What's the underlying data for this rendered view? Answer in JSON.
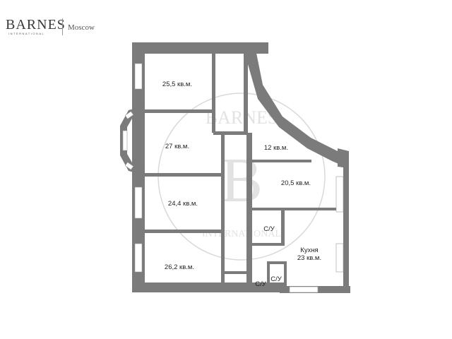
{
  "logo": {
    "brand": "BARNES",
    "brand_sub": "INTERNATIONAL",
    "city": "Moscow"
  },
  "watermark": {
    "top": "BARNES",
    "letter": "B",
    "bottom": "INTERNATIONAL"
  },
  "rooms": [
    {
      "id": "room-1",
      "label": "25,5 кв.м."
    },
    {
      "id": "room-2",
      "label": "27 кв.м."
    },
    {
      "id": "room-3",
      "label": "24,4 кв.м."
    },
    {
      "id": "room-4",
      "label": "26,2 кв.м."
    },
    {
      "id": "room-5",
      "label": "12 кв.м."
    },
    {
      "id": "room-6",
      "label": "20,5 кв.м."
    },
    {
      "id": "bath-1",
      "label": "С/У"
    },
    {
      "id": "kitchen",
      "label": "Кухня",
      "area": "23 кв.м."
    },
    {
      "id": "bath-2",
      "label": "С/У"
    },
    {
      "id": "bath-3",
      "label": "С/У"
    }
  ]
}
